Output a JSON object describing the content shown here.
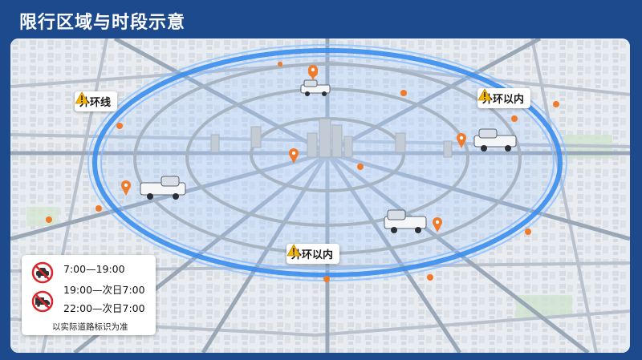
{
  "title": "限行区域与时段示意",
  "zones": {
    "outer_ring": "外环线",
    "inner_top_right": "外环以内",
    "inner_bottom": "外环以内"
  },
  "legend": {
    "times": [
      "7:00—19:00",
      "19:00—次日7:00",
      "22:00—次日7:00"
    ],
    "note": "以实际道路标识为准"
  },
  "icons": {
    "warning": "warning-triangle-icon",
    "no_car": "no-car-icon",
    "no_truck": "no-truck-icon",
    "location_pin": "map-pin-icon"
  },
  "colors": {
    "header_bg": "#1d4a8c",
    "ring": "#3a8ef0",
    "warning": "#f5b400",
    "prohibit": "#d9252b",
    "marker": "#f07a2a"
  }
}
